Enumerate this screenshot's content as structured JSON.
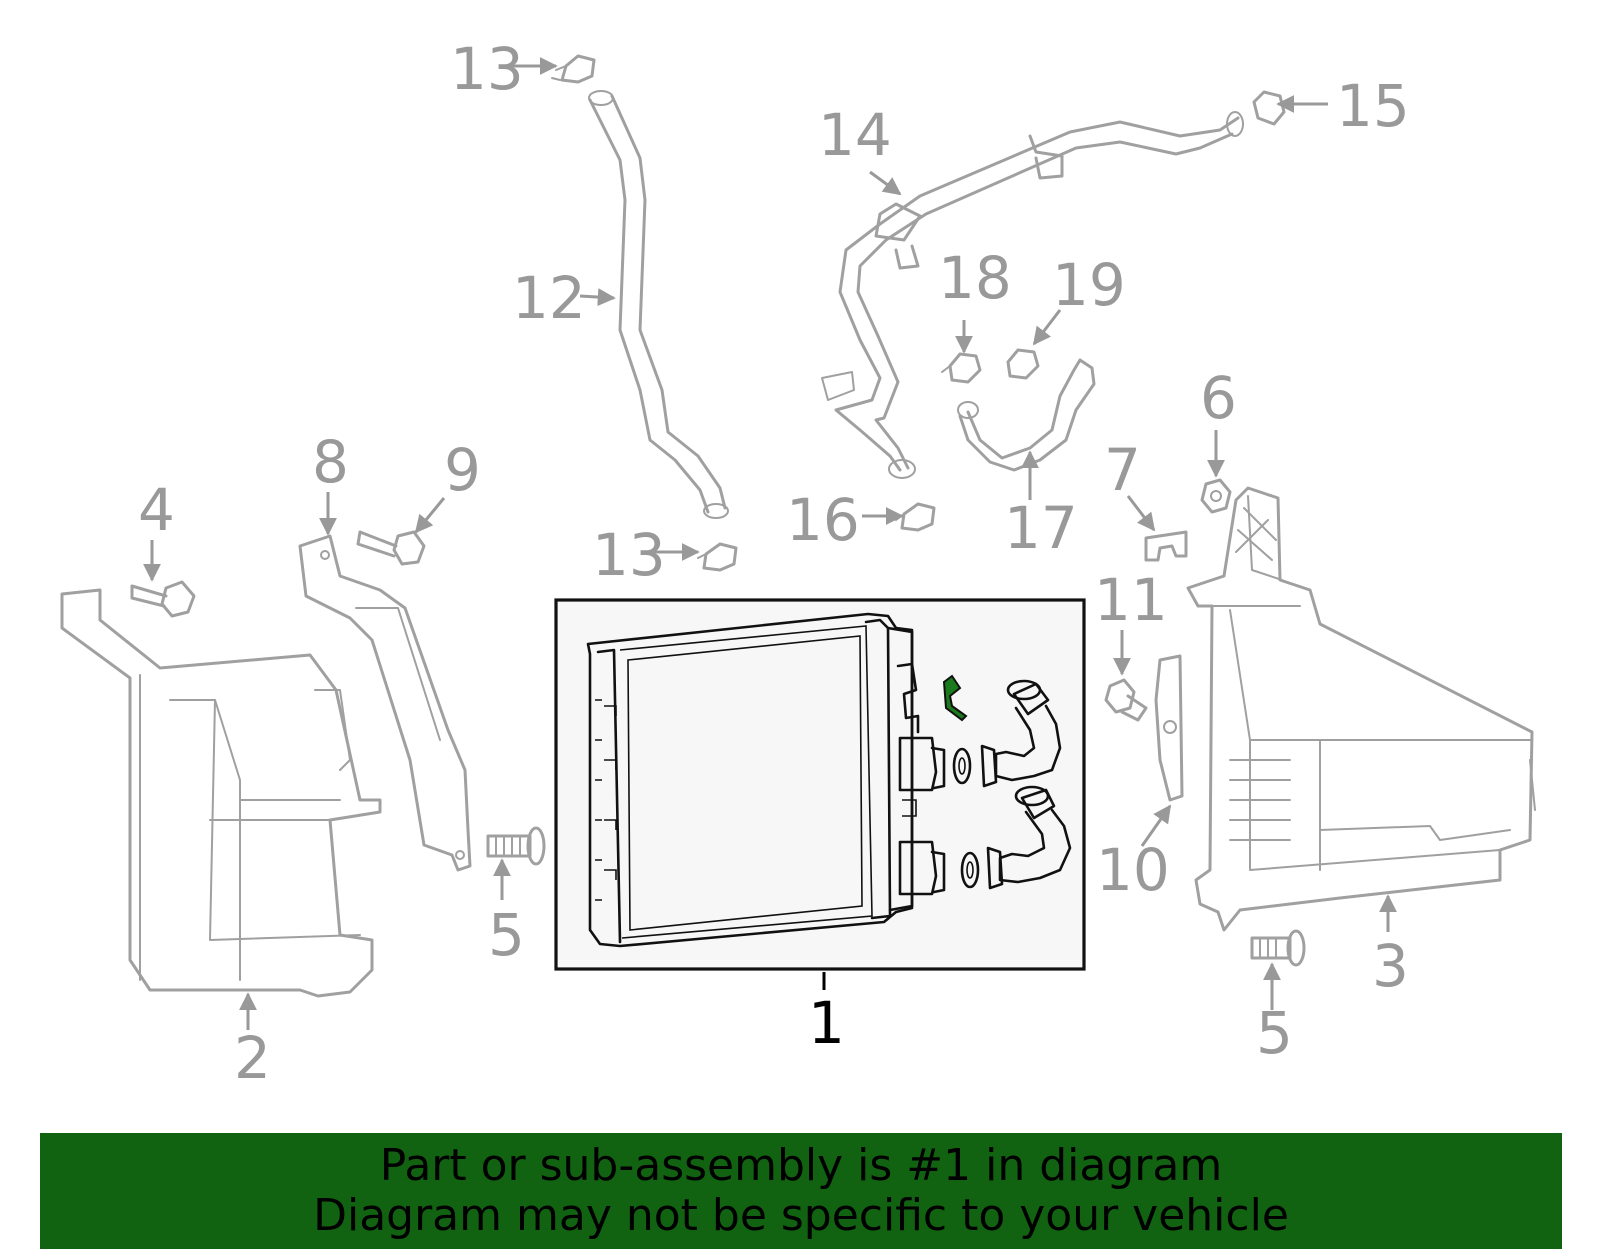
{
  "callouts": {
    "c1": "1",
    "c2": "2",
    "c3": "3",
    "c4": "4",
    "c5a": "5",
    "c5b": "5",
    "c6": "6",
    "c7": "7",
    "c8": "8",
    "c9": "9",
    "c10": "10",
    "c11": "11",
    "c12": "12",
    "c13a": "13",
    "c13b": "13",
    "c14": "14",
    "c15": "15",
    "c16": "16",
    "c17": "17",
    "c18": "18",
    "c19": "19"
  },
  "footer": {
    "line1": "Part or sub-assembly is #1 in diagram",
    "line2": "Diagram may not be specific to your vehicle"
  },
  "colors": {
    "banner": "#116211",
    "part_line": "#a0a0a0",
    "highlight_clip": "#1b7a1b",
    "frame_fill": "#f7f7f7"
  }
}
